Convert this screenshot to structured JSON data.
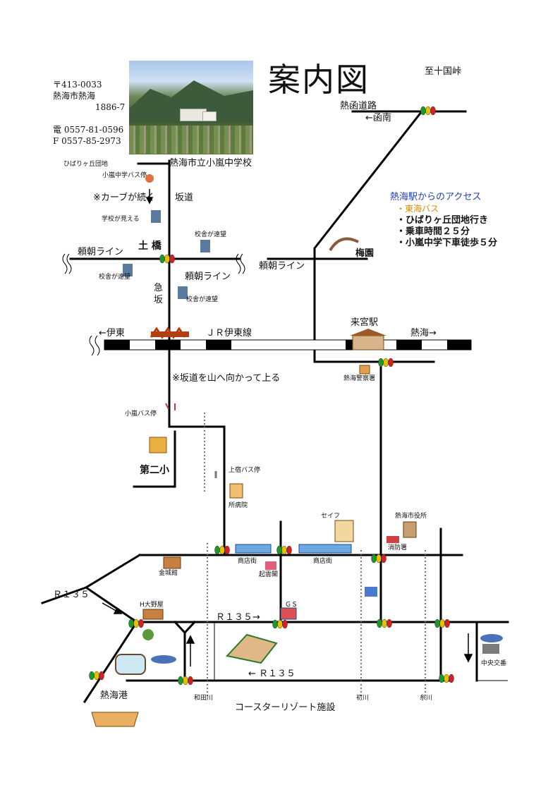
{
  "title": "案内図",
  "address": {
    "postal": "〒413-0033",
    "city": "熱海市熱海",
    "number": "1886-7",
    "tel": "電 0557-81-0596",
    "fax": "F 0557-85-2973"
  },
  "access": {
    "heading": "熱海駅からのアクセス",
    "bus": "・東海バス",
    "items": [
      "・ひばりヶ丘団地行き",
      "・乗車時間２５分",
      "・小嵐中学下車徒歩５分"
    ]
  },
  "labels": {
    "school": "熱海市立小嵐中学校",
    "hibarigaoka": "ひばりヶ丘団地",
    "school_bus_stop": "小嵐中学バス停",
    "curve": "※カーブが続く",
    "slope": "坂道",
    "school_visible": "学校が見える",
    "view1": "校舎が遠望",
    "view2": "校舎が遠望",
    "view3": "校舎が遠望",
    "dobashi": "土 橋",
    "yoritomo_left": "頼朝ライン",
    "yoritomo_right": "頼朝ライン",
    "yoritomo_east": "頼朝ライン",
    "steep_1": "急",
    "steep_2": "坂",
    "ito": "←伊東",
    "jr_line": "ＪＲ伊東線",
    "climb_note": "※坂道を山へ向かって上る",
    "koarashi_bus": "小嵐バス停",
    "daini": "第二小",
    "kamijuku_bus": "上宿バス停",
    "hospital": "所病院",
    "to_jikkoku": "至十国峠",
    "kanen_road": "熱函道路",
    "kannami": "←函南",
    "plum": "梅園",
    "kinomiya": "来宮駅",
    "atami_arrow": "熱海→",
    "police": "熱海警察署",
    "city_hall": "熱海市役所",
    "fire": "消防署",
    "safety": "セイフ",
    "shopping1": "商店街",
    "shopping2": "商店街",
    "kinjokan": "金城館",
    "kigetsu": "起雲閣",
    "r135_left": "Ｒ１３５",
    "h_ono": "H大野屋",
    "gs": "ＧＳ",
    "r135_mid": "Ｒ１３５→",
    "r135_low": "← Ｒ１３５",
    "koban": "中央交番",
    "port": "熱海港",
    "wada": "和田川",
    "hatsu": "初川",
    "ito_river": "糸川",
    "coaster": "コースターリゾート施設"
  },
  "colors": {
    "road": "#000000",
    "signal_green": "#1a9a2a",
    "signal_yellow": "#e8c000",
    "signal_red": "#d42020",
    "access_heading": "#1f3fb0",
    "bus": "#d98b00"
  }
}
